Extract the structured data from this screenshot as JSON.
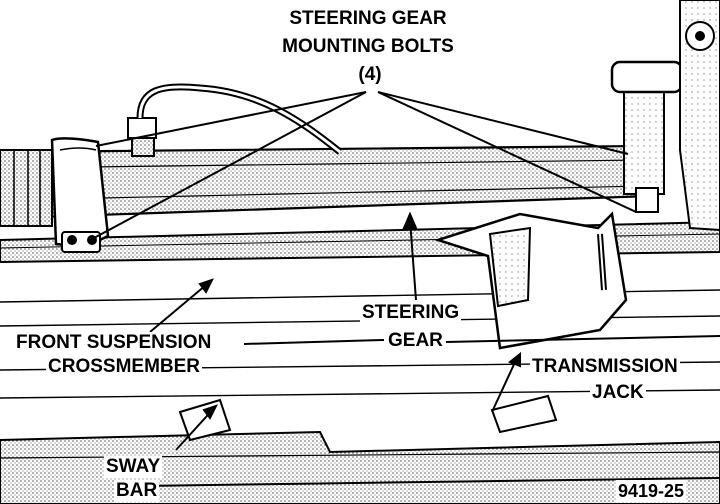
{
  "labels": {
    "steering_gear_mounting_bolts": {
      "line1": "STEERING GEAR",
      "line2": "MOUNTING BOLTS",
      "line3": "(4)"
    },
    "front_suspension_crossmember": {
      "line1": "FRONT SUSPENSION",
      "line2": "CROSSMEMBER"
    },
    "steering_gear": {
      "line1": "STEERING",
      "line2": "GEAR"
    },
    "transmission_jack": {
      "line1": "TRANSMISSION",
      "line2": "JACK"
    },
    "sway_bar": {
      "line1": "SWAY",
      "line2": "BAR"
    }
  },
  "figure_number": "9419-25"
}
